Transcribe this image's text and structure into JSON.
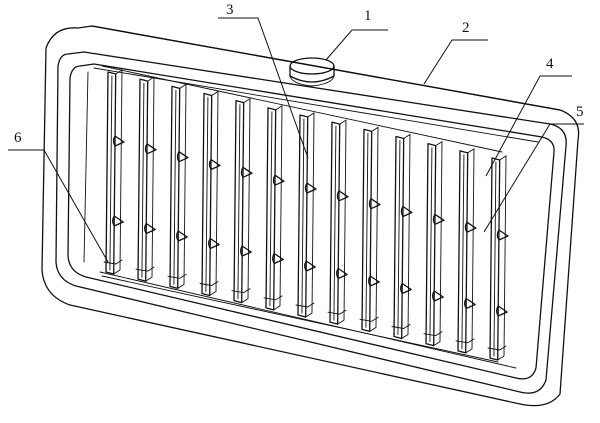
{
  "diagram": {
    "labels": [
      {
        "id": "1",
        "text": "1"
      },
      {
        "id": "2",
        "text": "2"
      },
      {
        "id": "3",
        "text": "3"
      },
      {
        "id": "4",
        "text": "4"
      },
      {
        "id": "5",
        "text": "5"
      },
      {
        "id": "6",
        "text": "6"
      }
    ],
    "channels": 13
  }
}
